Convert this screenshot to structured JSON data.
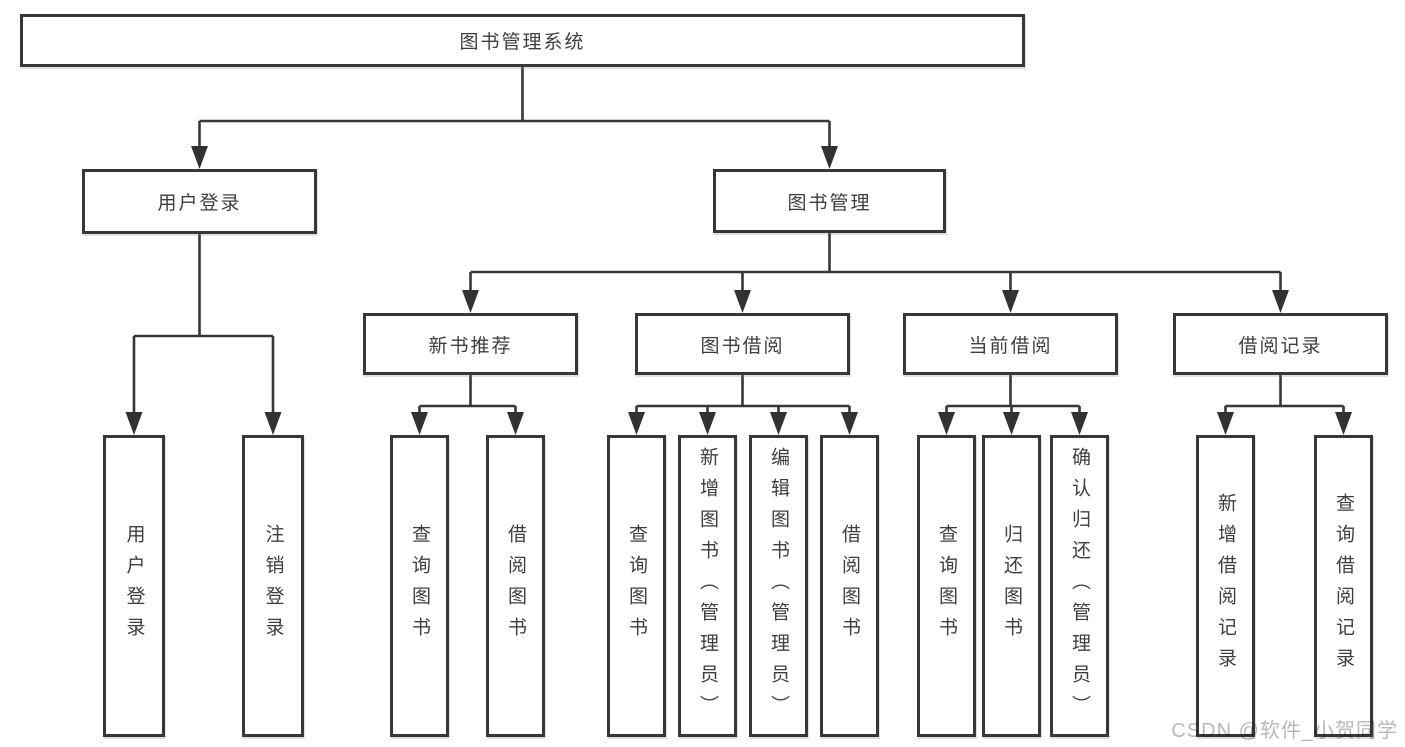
{
  "colors": {
    "line": "#373737",
    "box_border": "#373737",
    "box_background": "#ffffff",
    "text": "#3e3e3e",
    "watermark": "#b9b9b9",
    "page_background": "#ffffff"
  },
  "diagram": {
    "type": "hierarchy-tree",
    "root": {
      "label": "图书管理系统"
    },
    "branches": [
      {
        "label": "用户登录",
        "children": [
          {
            "label": "用户登录"
          },
          {
            "label": "注销登录"
          }
        ]
      },
      {
        "label": "图书管理",
        "children": [
          {
            "label": "新书推荐",
            "children": [
              {
                "label": "查询图书"
              },
              {
                "label": "借阅图书"
              }
            ]
          },
          {
            "label": "图书借阅",
            "children": [
              {
                "label": "查询图书"
              },
              {
                "label": "新增图书（管理员）"
              },
              {
                "label": "编辑图书（管理员）"
              },
              {
                "label": "借阅图书"
              }
            ]
          },
          {
            "label": "当前借阅",
            "children": [
              {
                "label": "查询图书"
              },
              {
                "label": "归还图书"
              },
              {
                "label": "确认归还（管理员）"
              }
            ]
          },
          {
            "label": "借阅记录",
            "children": [
              {
                "label": "新增借阅记录"
              },
              {
                "label": "查询借阅记录"
              }
            ]
          }
        ]
      }
    ]
  },
  "watermark": {
    "text": "CSDN @软件_小贺同学"
  }
}
